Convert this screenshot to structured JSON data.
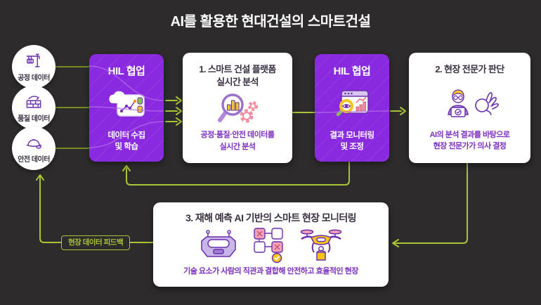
{
  "title": "AI를 활용한 현대건설의 스마트건설",
  "colors": {
    "background": "#2d2b2b",
    "box_purple": "#8a2ae0",
    "connector_green": "#a8c437",
    "connector_dark_green": "#7b8a20",
    "caption_purple": "#7c2fbf",
    "dark_text": "#3a3142"
  },
  "sources": {
    "items": [
      {
        "label": "공정 데이터",
        "icon": "crane-icon"
      },
      {
        "label": "품질 데이터",
        "icon": "bricks-icon"
      },
      {
        "label": "안전 데이터",
        "icon": "helmet-icon"
      }
    ]
  },
  "hil_collect": {
    "title": "HIL 협업",
    "caption1": "데이터 수집",
    "caption2": "및 학습",
    "icon": "cloud-data-board-icon"
  },
  "step1": {
    "title1": "1. 스마트 건설 플랫폼",
    "title2": "실시간 분석",
    "caption1": "공정·품질·안전 데이터를",
    "caption2": "실시간 분석",
    "icon": "magnifier-gears-icon"
  },
  "hil_monitor": {
    "title": "HIL 협업",
    "caption1": "결과 모니터링",
    "caption2": "및 조정",
    "icon": "browser-magnifier-icon"
  },
  "step2": {
    "title": "2. 현장 전문가 판단",
    "caption1": "AI의 분석 결과를 바탕으로",
    "caption2": "현장 전문가가 의사 결정",
    "icon": "expert-ok-hand-icon"
  },
  "step3": {
    "title": "3. 재해 예측 AI 기반의 스마트 현장 모니터링",
    "caption": "기술 요소가 사람의 직관과 결합해 안전하고 효율적인 현장",
    "icons": [
      "robot-icon",
      "decision-flow-icon",
      "drone-icon"
    ]
  },
  "feedback": {
    "label": "현장 데이터 피드백"
  }
}
